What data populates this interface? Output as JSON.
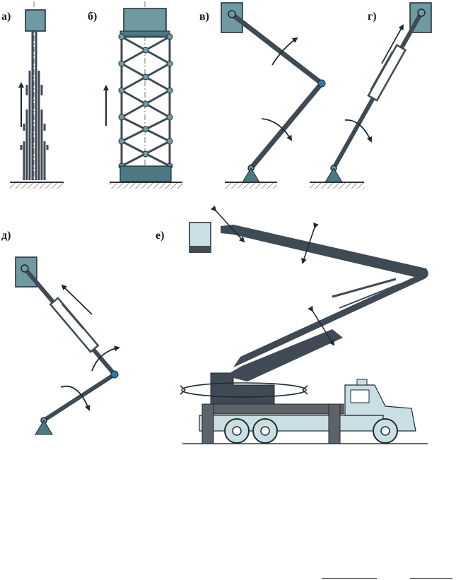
{
  "colors": {
    "box": "#6f9aa1",
    "boxDark": "#4d7a82",
    "boom": "#3f4a54",
    "frame": "#5e6369",
    "truck": "#c9dfe3",
    "ground": "#555555",
    "ink": "#1f2a33"
  },
  "panels": {
    "a": {
      "label": "а)"
    },
    "b": {
      "label": "б)"
    },
    "v": {
      "label": "в)"
    },
    "g": {
      "label": "г)"
    },
    "d": {
      "label": "д)"
    },
    "e": {
      "label": "е)"
    }
  },
  "icons": {
    "arrow": "arrow-icon",
    "rotation": "rotation-arrow-icon",
    "hinge": "hinge-icon",
    "support": "triangle-support-icon",
    "ground": "ground-hatch-icon",
    "platform": "platform-box-icon",
    "truck": "truck-icon"
  }
}
